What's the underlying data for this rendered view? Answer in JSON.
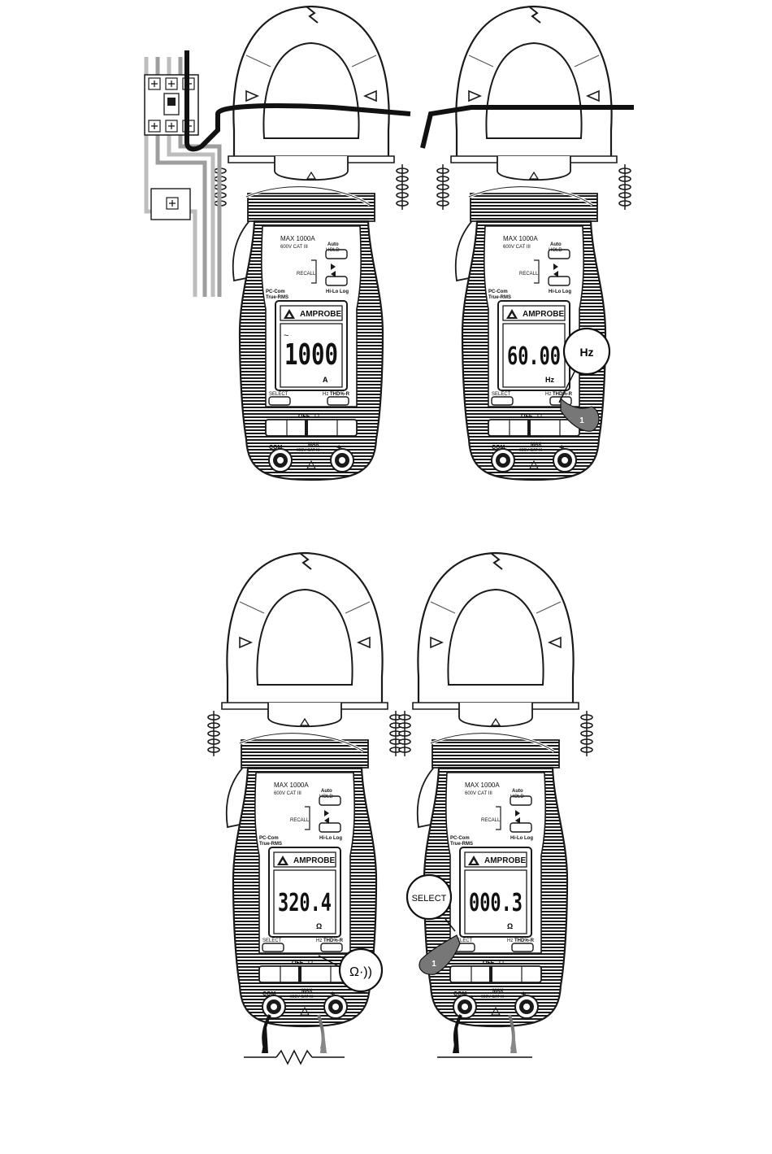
{
  "meters": [
    {
      "id": "meter-1",
      "max_label": "MAX 1000A",
      "cat_label": "600V CAT III",
      "auto_label": "Auto",
      "hold_label": "HOLD",
      "recall_label": "RECALL",
      "pccom_label": "PC-Com",
      "truerms_label": "True-RMS",
      "hilo_label": "Hi-Lo Log",
      "brand": "AMPROBE",
      "display_prefix": "~",
      "display_value": "1000",
      "display_unit": "A",
      "select_label": "SELECT",
      "hz_label": "Hz",
      "thd_label": "THD%-R",
      "off_label": "OFF",
      "omega_label": "Ω",
      "com_label": "COM",
      "port_max_label": "MAX",
      "port_cat_label": "600V CAT III",
      "plus_label": "+",
      "scene": "breaker"
    },
    {
      "id": "meter-2",
      "max_label": "MAX 1000A",
      "cat_label": "600V CAT III",
      "auto_label": "Auto",
      "hold_label": "HOLD",
      "recall_label": "RECALL",
      "pccom_label": "PC-Com",
      "truerms_label": "True-RMS",
      "hilo_label": "Hi-Lo Log",
      "brand": "AMPROBE",
      "display_prefix": "",
      "display_value": "60.00",
      "display_unit": "Hz",
      "select_label": "SELECT",
      "hz_label": "Hz",
      "thd_label": "THD%-R",
      "off_label": "OFF",
      "omega_label": "Ω",
      "com_label": "COM",
      "port_max_label": "MAX",
      "port_cat_label": "600V CAT III",
      "plus_label": "+",
      "scene": "cable",
      "callout_text": "Hz",
      "step_number": "1"
    },
    {
      "id": "meter-3",
      "max_label": "MAX 1000A",
      "cat_label": "600V CAT III",
      "auto_label": "Auto",
      "hold_label": "HOLD",
      "recall_label": "RECALL",
      "pccom_label": "PC-Com",
      "truerms_label": "True-RMS",
      "hilo_label": "Hi-Lo Log",
      "brand": "AMPROBE",
      "display_prefix": "",
      "display_value": "320.4",
      "display_unit": "Ω",
      "select_label": "SELECT",
      "hz_label": "Hz",
      "thd_label": "THD%-R",
      "off_label": "OFF",
      "omega_label": "Ω",
      "com_label": "COM",
      "port_max_label": "MAX",
      "port_cat_label": "600V CAT III",
      "plus_label": "+",
      "scene": "resistor",
      "callout_text": "Ω·))"
    },
    {
      "id": "meter-4",
      "max_label": "MAX 1000A",
      "cat_label": "600V CAT III",
      "auto_label": "Auto",
      "hold_label": "HOLD",
      "recall_label": "RECALL",
      "pccom_label": "PC-Com",
      "truerms_label": "True-RMS",
      "hilo_label": "Hi-Lo Log",
      "brand": "AMPROBE",
      "display_prefix": "",
      "display_value": "000.3",
      "display_unit": "Ω",
      "select_label": "SELECT",
      "hz_label": "Hz",
      "thd_label": "THD%-R",
      "off_label": "OFF",
      "omega_label": "Ω",
      "com_label": "COM",
      "port_max_label": "MAX",
      "port_cat_label": "600V CAT III",
      "plus_label": "+",
      "scene": "short",
      "callout_text": "SELECT",
      "step_number": "1"
    }
  ]
}
